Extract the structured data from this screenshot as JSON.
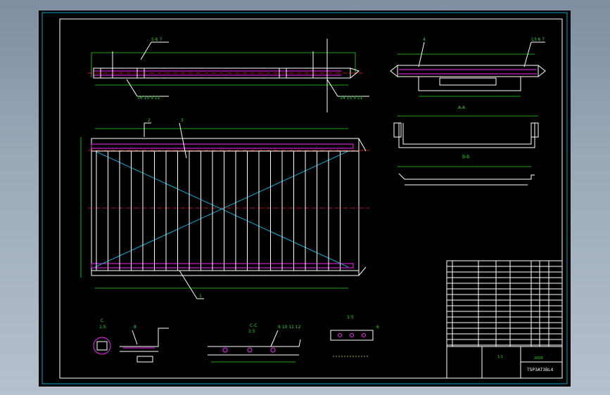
{
  "labels": {
    "top_view_callouts": "5  6  7",
    "top_view_callouts_2": "16  15  9  11",
    "top_view_callouts_3": "14  15  9  11",
    "side_view_callouts": "13  6  7",
    "side_view_callout_4": "4",
    "section_aa": "A-A",
    "section_bb": "B-B",
    "plan_callout_2": "2",
    "plan_callout_3": "3",
    "plan_callout_1": "1",
    "detail_c": "C",
    "detail_c_scale": "1:5",
    "detail_callout_8": "8",
    "detail_cc": "C-C",
    "detail_cc_scale": "1:5",
    "detail_cc_callouts": "9  10  11  12",
    "detail_d": "1:5",
    "detail_d_callout": "6"
  },
  "title_block": {
    "drawing_name": "TSP3AT3BL4",
    "number": "2000",
    "sheet": "1:1"
  },
  "bom_rows": 15
}
